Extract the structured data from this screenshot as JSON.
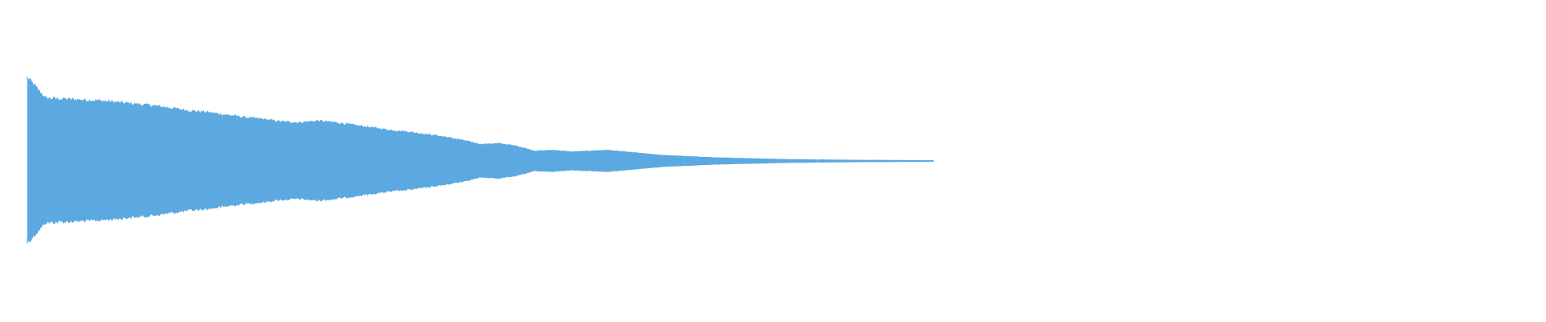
{
  "waveform": {
    "color": "#5ba9e0",
    "background": "#ffffff",
    "envelope": [
      1.0,
      0.75,
      0.74,
      0.73,
      0.72,
      0.7,
      0.68,
      0.66,
      0.63,
      0.6,
      0.58,
      0.55,
      0.52,
      0.5,
      0.47,
      0.46,
      0.48,
      0.46,
      0.43,
      0.4,
      0.37,
      0.35,
      0.32,
      0.29,
      0.25,
      0.2,
      0.21,
      0.18,
      0.12,
      0.13,
      0.11,
      0.12,
      0.13,
      0.11,
      0.09,
      0.07,
      0.06,
      0.05,
      0.04,
      0.035,
      0.03,
      0.025,
      0.02,
      0.018,
      0.015,
      0.013,
      0.011,
      0.01,
      0.009,
      0.008,
      0.006
    ],
    "duration_fraction": 0.603
  }
}
